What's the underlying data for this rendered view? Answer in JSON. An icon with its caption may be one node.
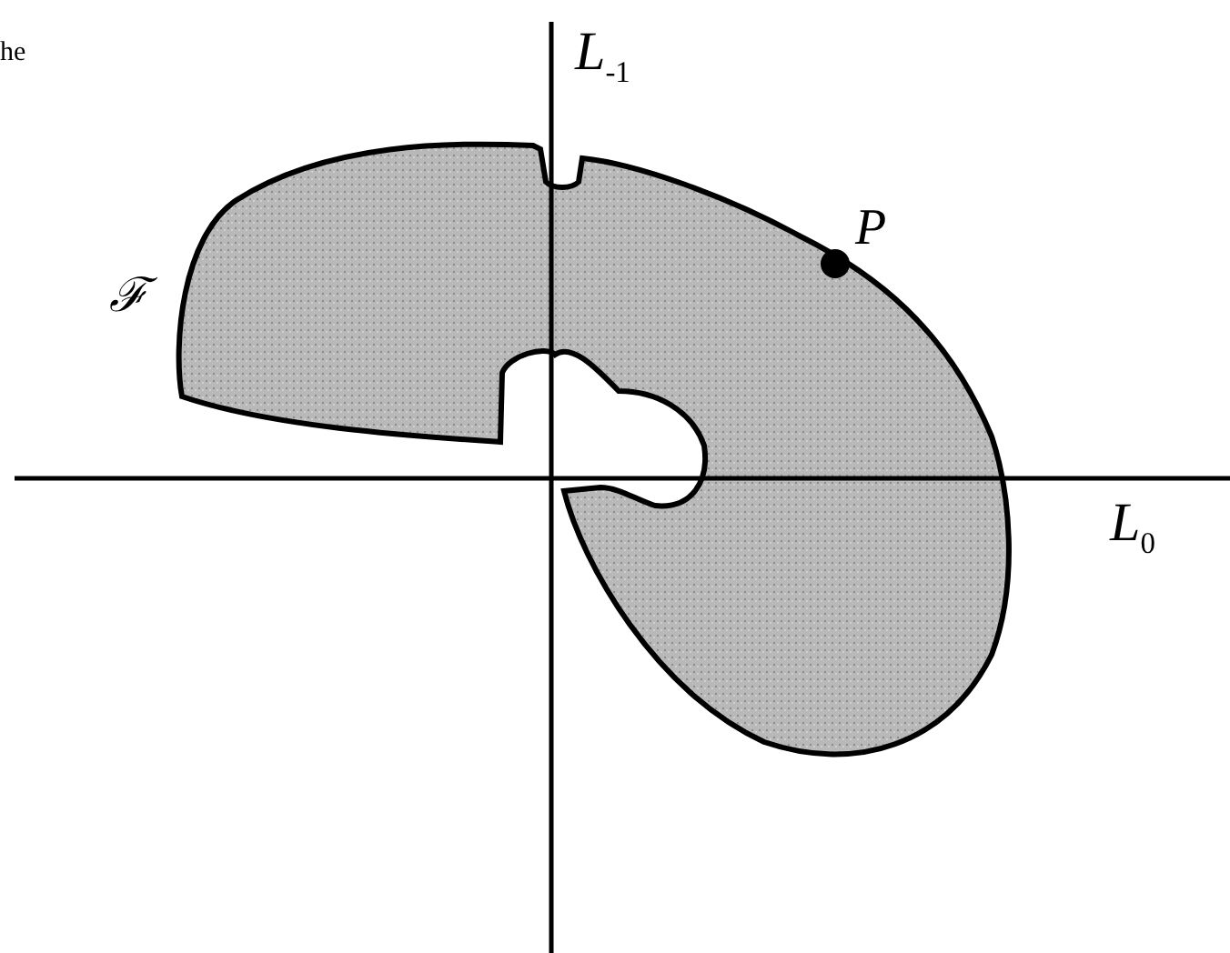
{
  "diagram": {
    "labels": [
      "he",
      "L$_{-1}$",
      "ℱ",
      "P",
      "L$_{0}$"
    ]
  }
}
